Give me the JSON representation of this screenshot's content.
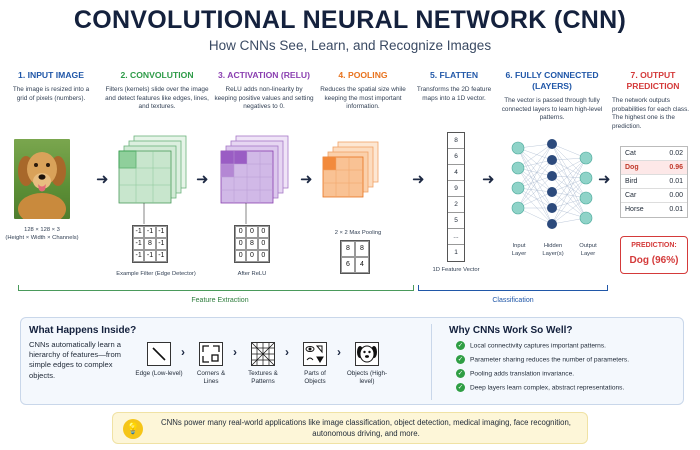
{
  "title": "CONVOLUTIONAL NEURAL NETWORK (CNN)",
  "subtitle": "How CNNs See, Learn, and Recognize Images",
  "colors": {
    "input": "#2057a8",
    "conv": "#2e9b48",
    "relu": "#8a3fb0",
    "pool": "#e8731e",
    "flatten": "#2057a8",
    "fc": "#2057a8",
    "output": "#d43a3a",
    "bracket": "#4a9a5b"
  },
  "stages": [
    {
      "title": "1. INPUT IMAGE",
      "desc": "The image is resized into a grid of pixels (numbers)."
    },
    {
      "title": "2. CONVOLUTION",
      "desc": "Filters (kernels) slide over the image and detect features like edges, lines, and textures."
    },
    {
      "title": "3. ACTIVATION (RELU)",
      "desc": "ReLU adds non-linearity by keeping positive values and setting negatives to 0."
    },
    {
      "title": "4. POOLING",
      "desc": "Reduces the spatial size while keeping the most important information."
    },
    {
      "title": "5. FLATTEN",
      "desc": "Transforms the 2D feature maps into a 1D vector."
    },
    {
      "title": "6. FULLY CONNECTED (LAYERS)",
      "desc": "The vector is passed through fully connected layers to learn high-level patterns."
    },
    {
      "title": "7. OUTPUT PREDICTION",
      "desc": "The network outputs probabilities for each class. The highest one is the prediction."
    }
  ],
  "input_caption_line1": "128 × 128 × 3",
  "input_caption_line2": "(Height × Width × Channels)",
  "filter_values": [
    "-1",
    "-1",
    "-1",
    "-1",
    "8",
    "-1",
    "-1",
    "-1",
    "-1"
  ],
  "filter_caption": "Example Filter (Edge Detector)",
  "relu_values": [
    "0",
    "0",
    "0",
    "0",
    "8",
    "0",
    "0",
    "0",
    "0"
  ],
  "relu_caption": "After ReLU",
  "pool_label": "2 × 2 Max Pooling",
  "pool_values": [
    "8",
    "8",
    "6",
    "4"
  ],
  "flatten_values": [
    "8",
    "6",
    "4",
    "9",
    "2",
    "5",
    "...",
    "1"
  ],
  "flatten_caption": "1D Feature Vector",
  "layer_labels": {
    "input": "Input Layer",
    "hidden": "Hidden Layer(s)",
    "output": "Output Layer"
  },
  "predictions": [
    {
      "label": "Cat",
      "value": "0.02"
    },
    {
      "label": "Dog",
      "value": "0.96"
    },
    {
      "label": "Bird",
      "value": "0.01"
    },
    {
      "label": "Car",
      "value": "0.00"
    },
    {
      "label": "Horse",
      "value": "0.01"
    }
  ],
  "prediction_label": "PREDICTION:",
  "prediction_value": "Dog (96%)",
  "feature_extraction_label": "Feature Extraction",
  "classification_label": "Classification",
  "inside": {
    "heading": "What Happens Inside?",
    "text": "CNNs automatically learn a hierarchy of features—from simple edges to complex objects.",
    "levels": [
      {
        "label": "Edge (Low-level)",
        "icon": "edge-icon"
      },
      {
        "label": "Corners & Lines",
        "icon": "corners-icon"
      },
      {
        "label": "Textures & Patterns",
        "icon": "texture-icon"
      },
      {
        "label": "Parts of Objects",
        "icon": "parts-icon"
      },
      {
        "label": "Objects (High-level)",
        "icon": "dog-face-icon"
      }
    ]
  },
  "why": {
    "heading": "Why CNNs Work So Well?",
    "points": [
      "Local connectivity captures important patterns.",
      "Parameter sharing reduces the number of parameters.",
      "Pooling adds translation invariance.",
      "Deep layers learn complex, abstract representations."
    ]
  },
  "footer": "CNNs power many real-world applications like image classification, object detection, medical imaging, face recognition, autonomous driving, and more."
}
